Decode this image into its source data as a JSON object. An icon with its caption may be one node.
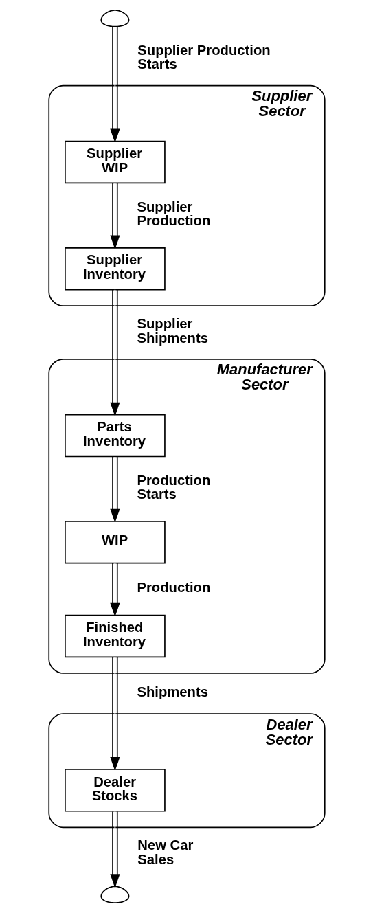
{
  "diagram": {
    "nodes": [
      {
        "text": [],
        "shape": "cloud"
      },
      {
        "text": [
          "Supplier Sector"
        ]
      },
      {
        "text": [
          "Supplier WIP"
        ],
        "in": 1
      },
      {
        "text": [
          "Supplier Inventory"
        ],
        "in": 1
      },
      {
        "text": [
          "Manufacturer Sector"
        ]
      },
      {
        "text": [
          "Parts Inventory"
        ],
        "in": 4
      },
      {
        "text": [
          "WIP"
        ],
        "in": 4
      },
      {
        "text": [
          "Finished Inventory"
        ],
        "in": 4
      },
      {
        "text": [
          "Dealer Sector"
        ]
      },
      {
        "text": [
          "Dealer Stocks"
        ],
        "in": 8
      },
      {
        "text": [],
        "shape": "cloud"
      }
    ],
    "edges": [
      {
        "from": 0,
        "to": 2,
        "arrow": "to",
        "label": "Supplier Production Starts"
      },
      {
        "from": 2,
        "to": 3,
        "arrow": "to",
        "label": "Supplier Production"
      },
      {
        "from": 3,
        "to": 5,
        "arrow": "to",
        "label": "Supplier Shipments"
      },
      {
        "from": 5,
        "to": 6,
        "arrow": "to",
        "label": "Production Starts"
      },
      {
        "from": 6,
        "to": 7,
        "arrow": "to",
        "label": "Production"
      },
      {
        "from": 7,
        "to": 9,
        "arrow": "to",
        "label": "Shipments"
      },
      {
        "from": 9,
        "to": 10,
        "arrow": "to",
        "label": "New Car Sales"
      }
    ]
  }
}
